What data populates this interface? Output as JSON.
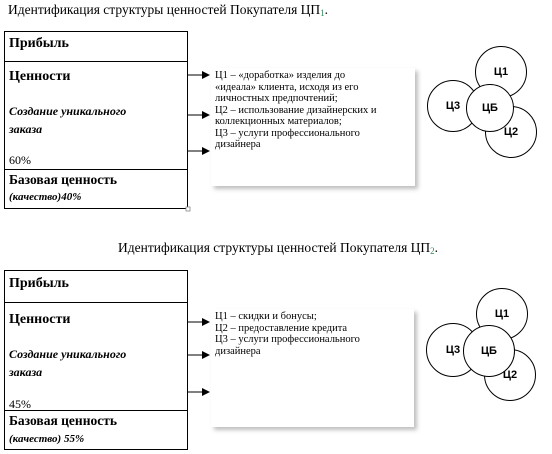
{
  "diagram1": {
    "title": "Идентификация структуры ценностей Покупателя ЦП",
    "title_sub": "1",
    "profit": "Прибыль",
    "values_label": "Ценности",
    "unique_order": "Создание уникального заказа",
    "unique_pct": "60%",
    "base_value": "Базовая ценность",
    "base_quality": "(качество)40%",
    "desc_lines": [
      "Ц1 – «доработка» изделия до",
      "«идеала» клиента, исходя из его",
      "личностных предпочтений;",
      "Ц2 – использование дизайнерских и",
      "коллекционных материалов;",
      "Ц3 – услуги профессионального",
      "дизайнера"
    ],
    "circles": {
      "c1": "Ц1",
      "c2": "Ц2",
      "c3": "Ц3",
      "cb": "ЦБ"
    }
  },
  "diagram2": {
    "title": "Идентификация структуры ценностей Покупателя ЦП",
    "title_sub": "2",
    "profit": "Прибыль",
    "values_label": "Ценности",
    "unique_order": "Создание уникального заказа",
    "unique_pct": "45%",
    "base_value": "Базовая ценность",
    "base_quality": "(качество)  55%",
    "desc_lines": [
      "Ц1 – скидки и бонусы;",
      "Ц2 – предоставление  кредита",
      "Ц3 – услуги профессионального",
      "дизайнера"
    ],
    "circles": {
      "c1": "Ц1",
      "c2": "Ц2",
      "c3": "Ц3",
      "cb": "ЦБ"
    }
  }
}
